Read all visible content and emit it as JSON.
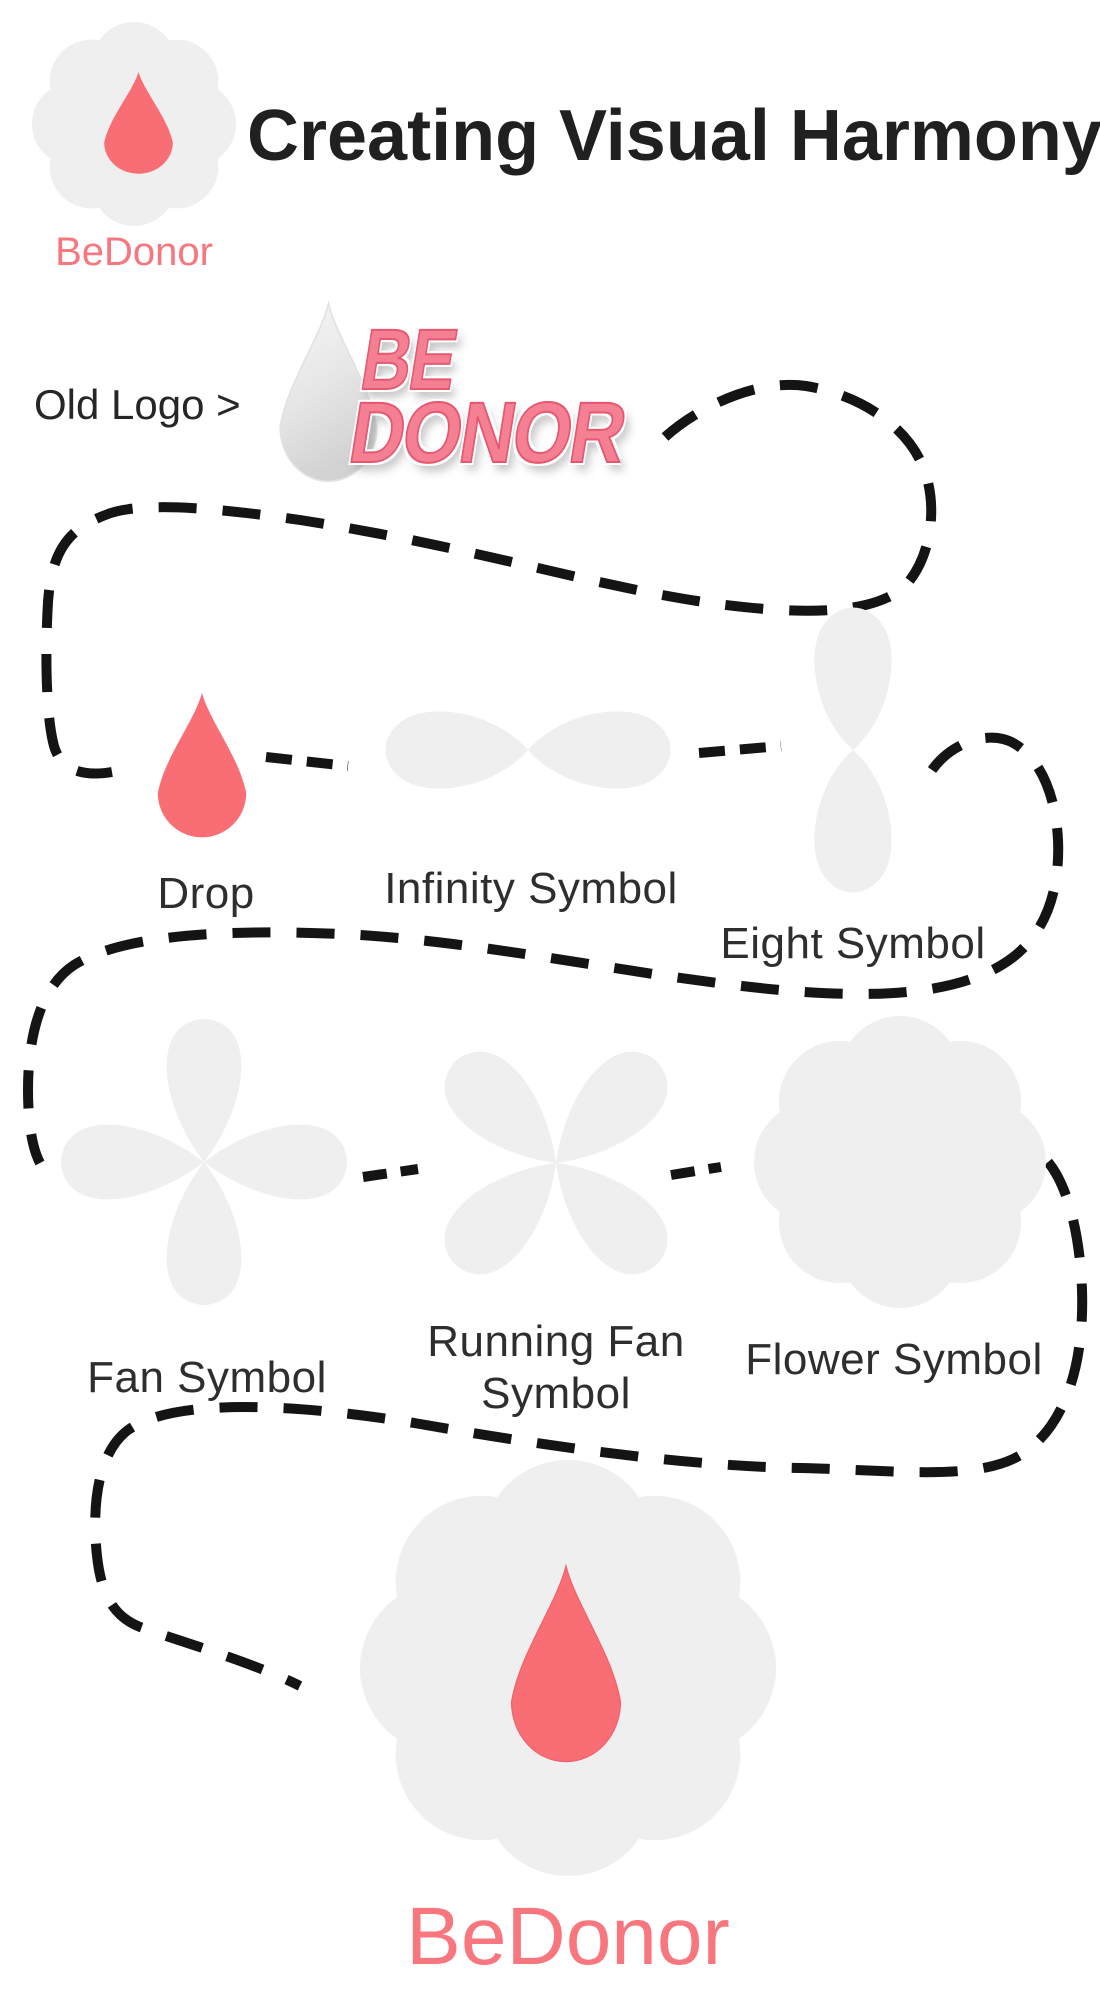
{
  "header": {
    "logo_caption": "BeDonor",
    "title": "Creating Visual Harmony"
  },
  "old_logo": {
    "label": "Old Logo >",
    "wordmark_line1": "BE",
    "wordmark_line2": "DONOR"
  },
  "steps": [
    {
      "id": "drop",
      "label": "Drop"
    },
    {
      "id": "infinity",
      "label": "Infinity Symbol"
    },
    {
      "id": "eight",
      "label": "Eight Symbol"
    },
    {
      "id": "fan",
      "label": "Fan Symbol"
    },
    {
      "id": "running-fan",
      "label": "Running Fan Symbol"
    },
    {
      "id": "flower",
      "label": "Flower Symbol"
    }
  ],
  "final_logo": {
    "caption": "BeDonor"
  },
  "colors": {
    "accent_red": "#f86e74",
    "coral_text": "#f8767e",
    "shape_gray": "#f0eff0",
    "old_logo_pink": "#f58093",
    "old_logo_pink_outline": "#e7586f",
    "old_logo_drop_gray": "#d9d9d9",
    "ink": "#202020",
    "label_ink": "#2e2e2e",
    "dash_black": "#141414"
  }
}
